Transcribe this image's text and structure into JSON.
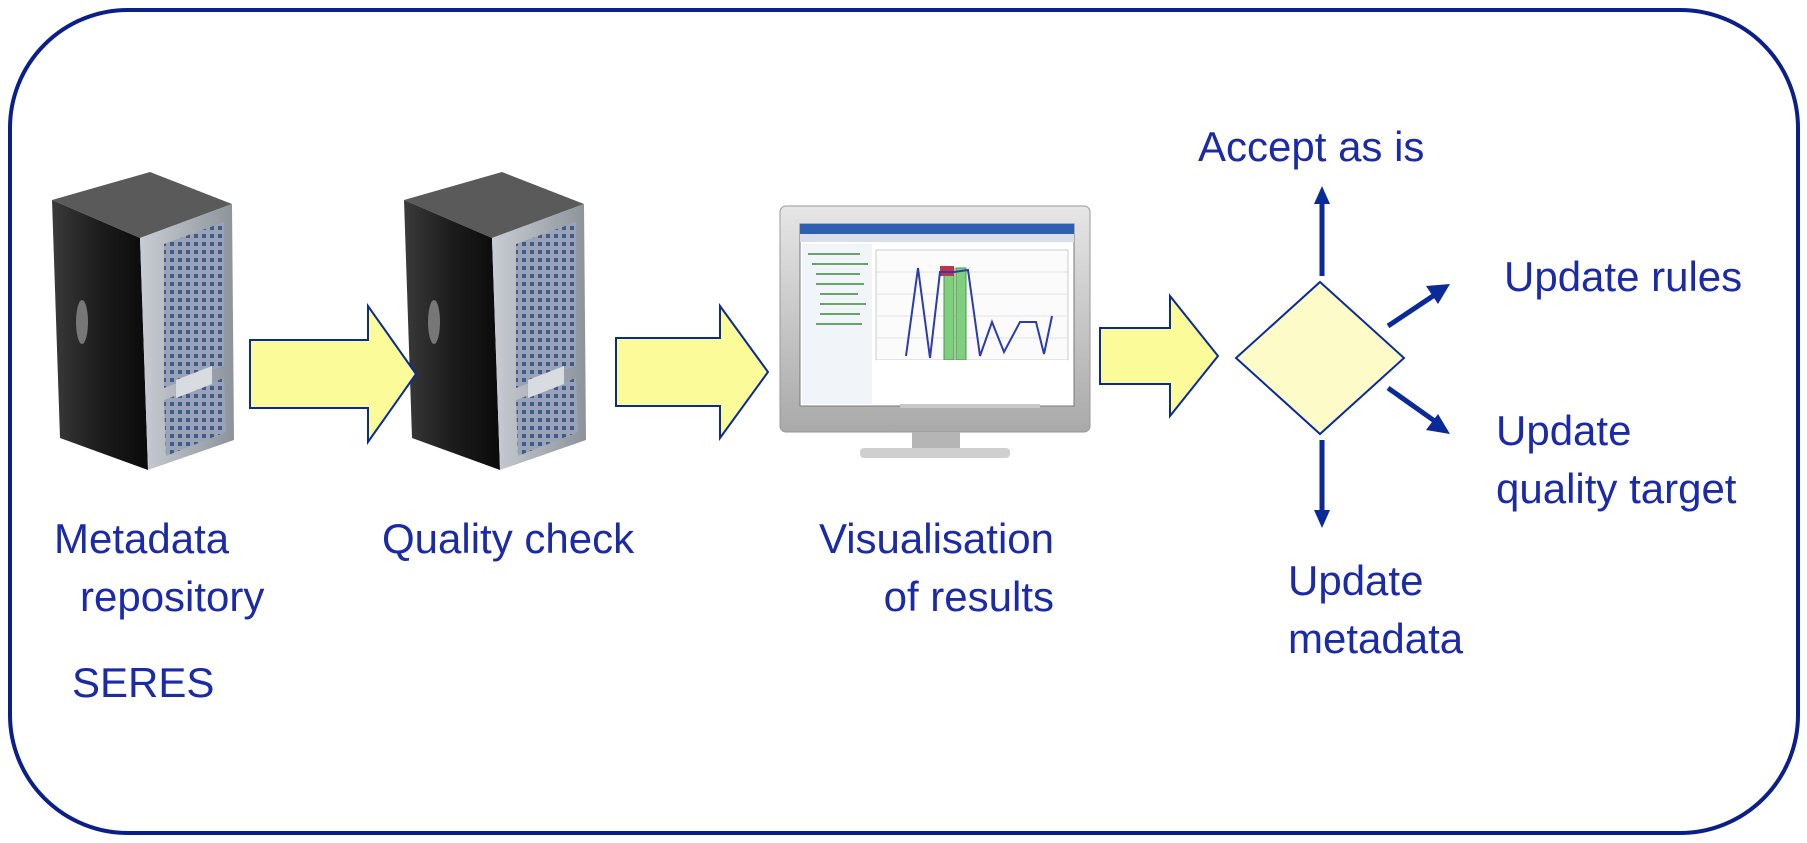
{
  "nodes": {
    "metadata_repository": {
      "line1": "Metadata",
      "line2": "repository",
      "subtitle": "SERES"
    },
    "quality_check": {
      "label": "Quality check"
    },
    "visualisation": {
      "line1": "Visualisation",
      "line2": "of results"
    }
  },
  "outcomes": {
    "accept": "Accept as is",
    "update_rules": "Update rules",
    "update_quality_target": {
      "line1": "Update",
      "line2": "quality target"
    },
    "update_metadata": {
      "line1": "Update",
      "line2": "metadata"
    }
  },
  "colors": {
    "frame": "#0b1f8c",
    "text": "#1a2aa8",
    "arrow_fill": "#fbfb9a",
    "diamond_fill": "#fdfbc7",
    "line": "#0b2a9a"
  },
  "icons": {
    "server_1": "server-tower-icon",
    "server_2": "server-tower-icon",
    "monitor": "monitor-with-chart-icon"
  }
}
